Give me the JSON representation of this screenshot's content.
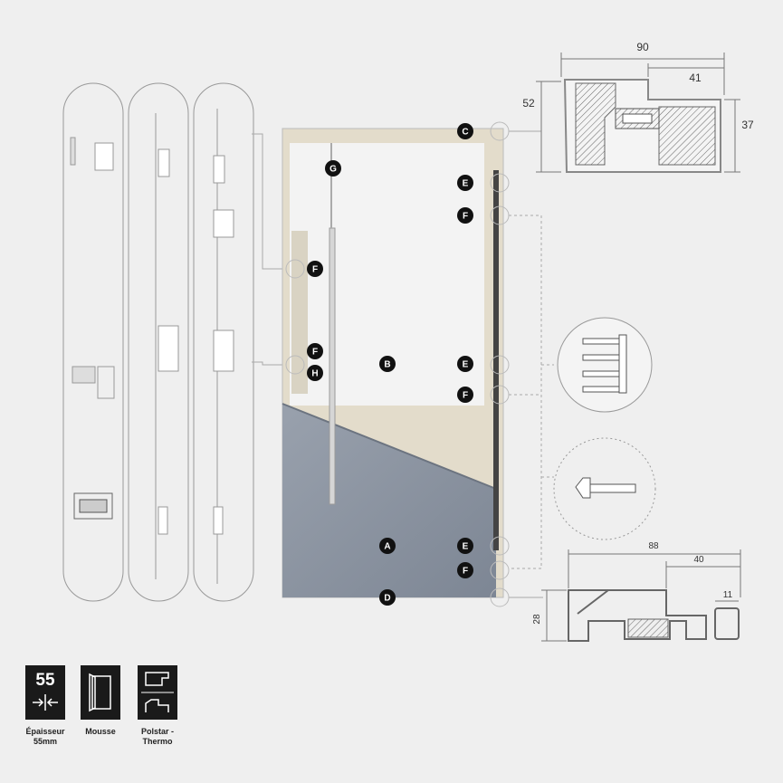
{
  "dimensions": {
    "top_profile": {
      "width": "90",
      "inner_width": "41",
      "height_left": "52",
      "height_right": "37"
    },
    "bottom_profile": {
      "width": "88",
      "inner_width": "40",
      "height": "28",
      "small": "11"
    }
  },
  "markers": [
    {
      "letter": "G"
    },
    {
      "letter": "C"
    },
    {
      "letter": "E"
    },
    {
      "letter": "F"
    },
    {
      "letter": "F"
    },
    {
      "letter": "F"
    },
    {
      "letter": "H"
    },
    {
      "letter": "B"
    },
    {
      "letter": "E"
    },
    {
      "letter": "F"
    },
    {
      "letter": "A"
    },
    {
      "letter": "E"
    },
    {
      "letter": "F"
    },
    {
      "letter": "D"
    }
  ],
  "badges": {
    "thickness": {
      "value": "55",
      "label": "Épaisseur\n55mm"
    },
    "foam": {
      "label": "Mousse"
    },
    "profile": {
      "label": "Polstar -\nThermo"
    }
  },
  "colors": {
    "background": "#efefef",
    "panel_steel": "#8a93a1",
    "marker": "#111111",
    "badge": "#1a1a1a"
  }
}
